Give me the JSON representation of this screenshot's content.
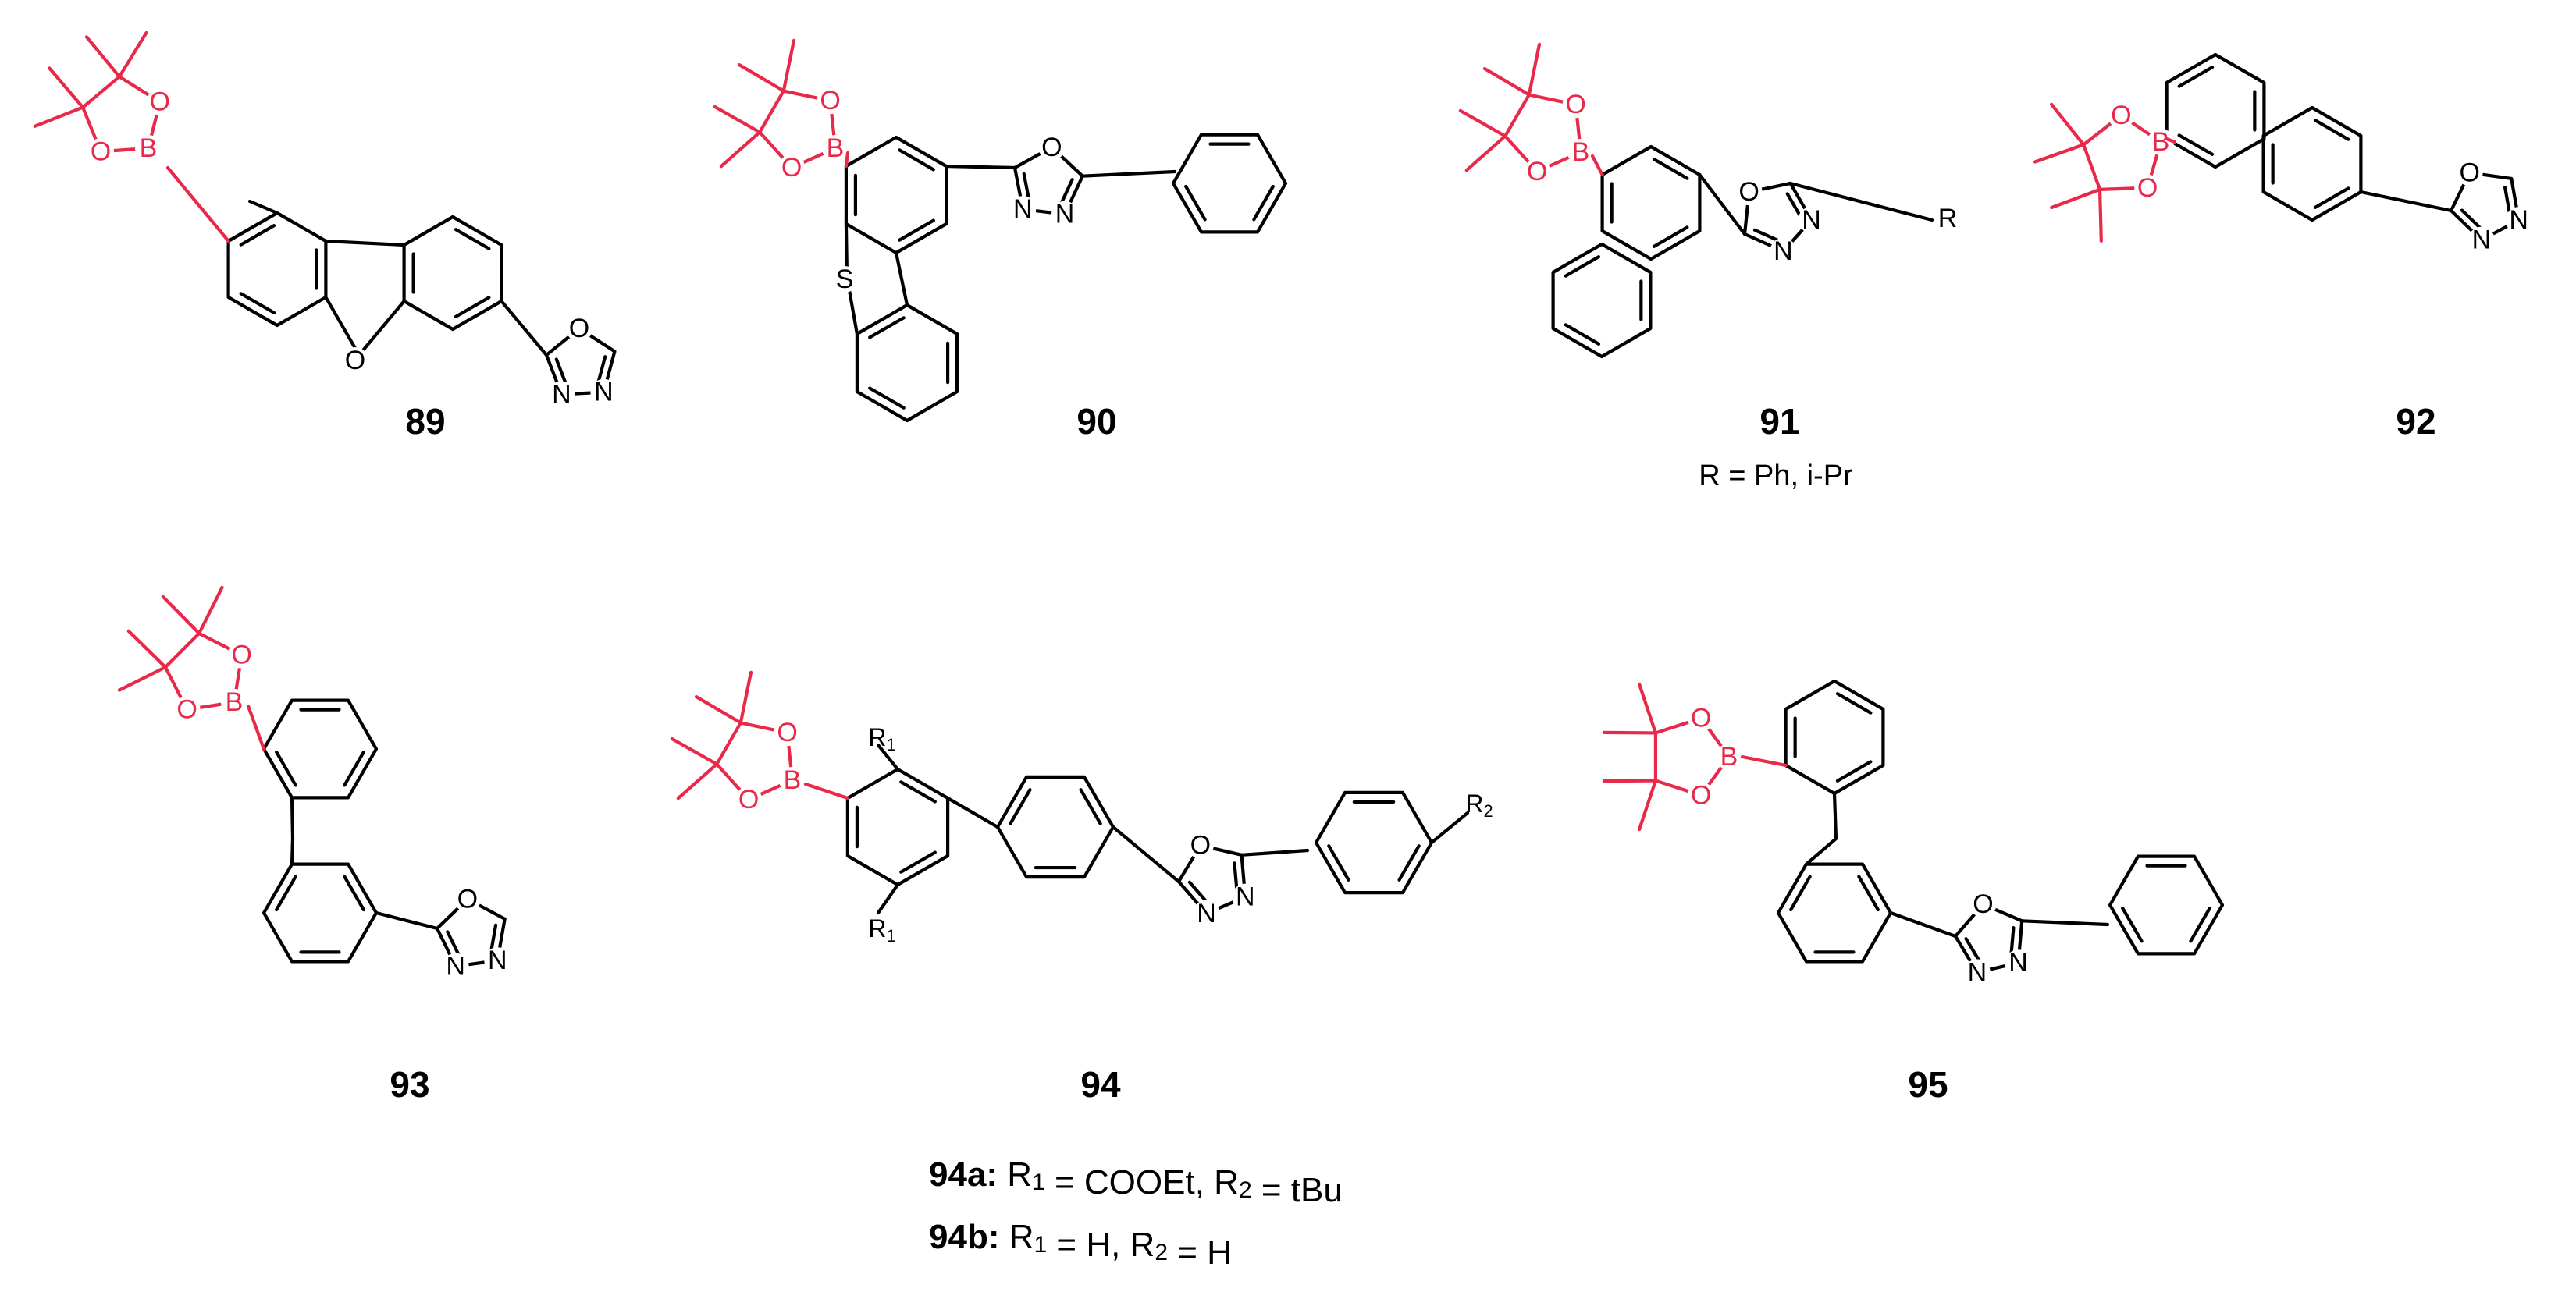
{
  "colors": {
    "boronate": "#e8294a",
    "bond": "#000000",
    "background": "#ffffff"
  },
  "atoms": {
    "boron": "B",
    "oxygen": "O",
    "nitrogen": "N",
    "sulfur": "S",
    "r": "R",
    "r1": "R1",
    "r2": "R2"
  },
  "compounds": {
    "c89": {
      "label": "89"
    },
    "c90": {
      "label": "90"
    },
    "c91": {
      "label": "91",
      "note": "R = Ph, i-Pr"
    },
    "c92": {
      "label": "92"
    },
    "c93": {
      "label": "93"
    },
    "c94": {
      "label": "94"
    },
    "c95": {
      "label": "95"
    }
  },
  "legend94": {
    "line_a": {
      "label": "94a:",
      "text": "R1 = COOEt, R2 = tBu"
    },
    "line_b": {
      "label": "94b:",
      "text": "R1 = H, R2 = H"
    }
  }
}
